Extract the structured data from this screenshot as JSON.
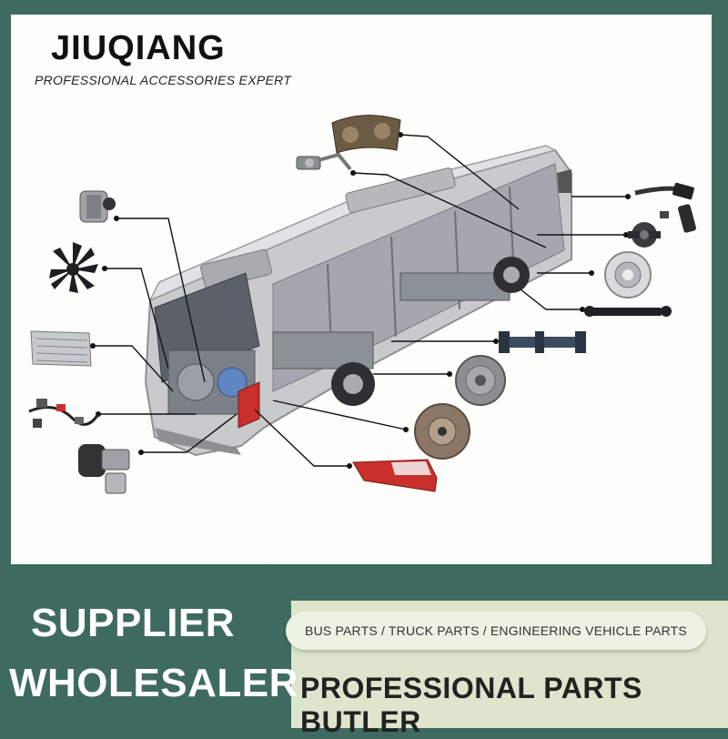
{
  "brand": {
    "name": "JIUQIANG",
    "tagline": "PROFESSIONAL ACCESSORIES EXPERT"
  },
  "footer": {
    "line1": "SUPPLIER",
    "line2": "WHOLESALER",
    "categories": "BUS PARTS / TRUCK PARTS / ENGINEERING VEHICLE PARTS",
    "slogan": "PROFESSIONAL PARTS BUTLER"
  },
  "colors": {
    "frame": "#3f6a5f",
    "background": "#fdfdfb",
    "footer_light": "#dde6cc",
    "tail_light": "#c9302c"
  },
  "illustration": {
    "subject": "bus",
    "parts": [
      "instrument-cluster-icon",
      "door-valve-icon",
      "mirror-icon",
      "differential-icon",
      "hub-icon",
      "shock-absorber-icon",
      "drive-shaft-icon",
      "clutch-pressure-plate-icon",
      "clutch-disc-icon",
      "tail-light-icon",
      "alternator-icon",
      "cooling-fan-icon",
      "radiator-icon",
      "wiring-harness-icon",
      "air-dryer-icon"
    ]
  }
}
